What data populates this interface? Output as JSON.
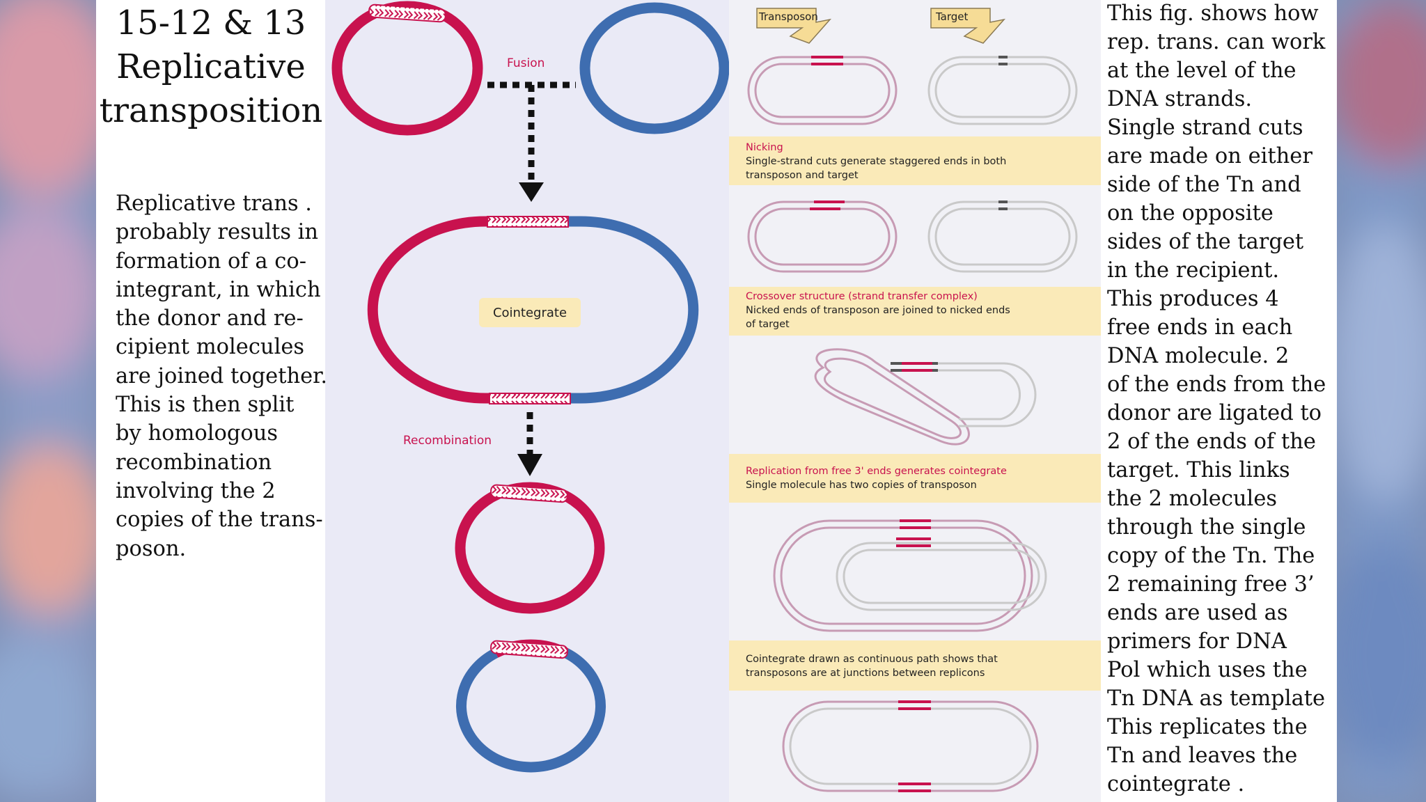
{
  "title": "15-12 & 13\nReplicative\ntransposition",
  "left_text": "Replicative trans .\nprobably results in\nformation of a co-\nintegrant, in which\nthe donor and re-\ncipient molecules\nare joined together.\nThis is then split\nby homologous\nrecombination\ninvolving the 2\ncopies of the  trans-\nposon.",
  "right_text": "This fig. shows how\nrep. trans. can work\nat the level of the\nDNA strands.\nSingle strand cuts\nare made on either\nside of the  Tn and\non the opposite\nsides of the target\nin the recipient.\nThis produces 4\nfree ends in each\nDNA molecule.  2\nof the ends from the\ndonor are ligated  to\n2 of the ends of the\ntarget.  This links\nthe 2 molecules\nthrough the single\ncopy of the  Tn.  The\n2 remaining free 3’\nends are used as\nprimers for DNA\nPol which uses the\nTn DNA as template\nThis replicates the\nTn and leaves the\ncointegrate .",
  "diagram": {
    "fusion_label": "Fusion",
    "cointegrate_label": "Cointegrate",
    "recombination_label": "Recombination"
  },
  "steps": {
    "transposon_label": "Transposon",
    "target_label": "Target",
    "nicking_title": "Nicking",
    "nicking_desc_1": "Single-strand cuts generate  staggered ends in both",
    "nicking_desc_2": "transposon and target",
    "crossover_title": "Crossover structure (strand transfer complex)",
    "crossover_desc_1": "Nicked ends of transposon are joined to nicked ends",
    "crossover_desc_2": "of target",
    "replication_title": "Replication from free 3' ends generates cointegrate",
    "replication_desc": "Single molecule has two copies of transposon",
    "cointegrate_desc_1": "Cointegrate drawn as continuous path shows that",
    "cointegrate_desc_2": "transposons are at junctions between replicons"
  },
  "colors": {
    "donor": "#c8124e",
    "recipient": "#3e6db0",
    "panel_bg": "#eaeaf6",
    "label_bg": "#faeab8"
  }
}
